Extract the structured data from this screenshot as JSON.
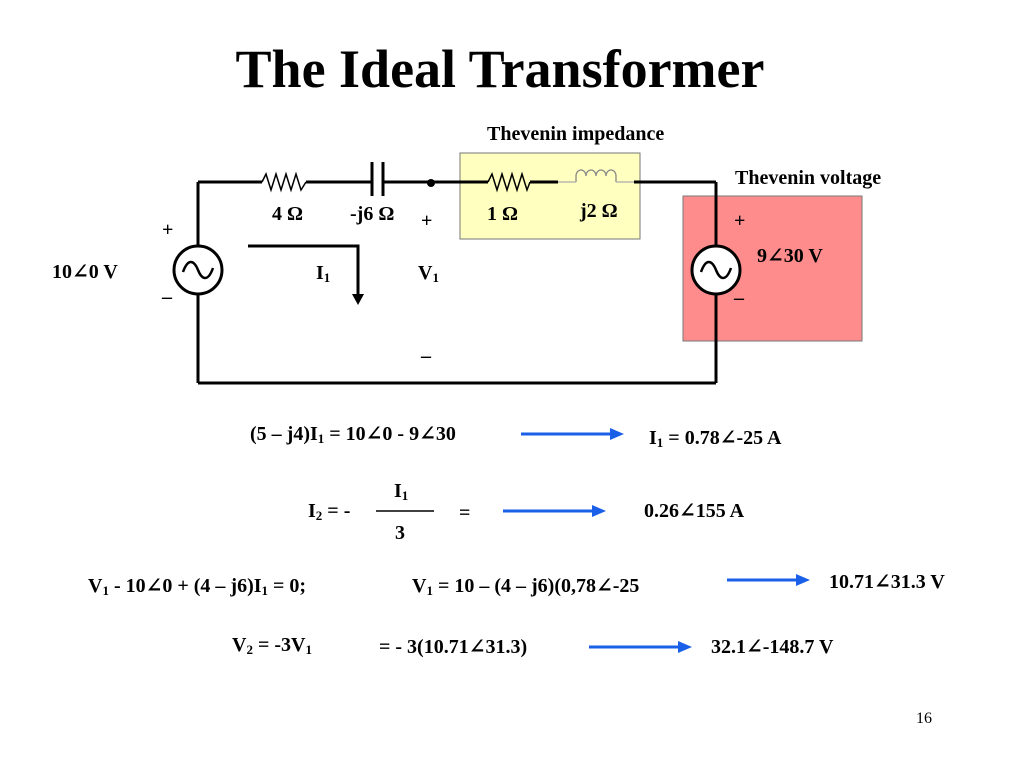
{
  "slide": {
    "title": "The Ideal Transformer",
    "page_number": "16"
  },
  "circuit": {
    "box_labels": {
      "thevenin_impedance": "Thevenin impedance",
      "thevenin_voltage": "Thevenin voltage"
    },
    "components": {
      "r4": "4 Ω",
      "cap": "-j6 Ω",
      "r1": "1 Ω",
      "ind": "j2 Ω"
    },
    "source_left": {
      "value": "10∠0 V",
      "plus": "+",
      "minus": "–"
    },
    "source_right": {
      "value": "9∠30 V",
      "plus": "+",
      "minus": "–"
    },
    "current": {
      "name": "I",
      "sub": "1"
    },
    "voltage": {
      "name": "V",
      "sub": "1",
      "plus": "+",
      "minus": "–"
    },
    "colors": {
      "impedance_box": "#ffffc0",
      "voltage_box": "#ff8c8c",
      "arrow": "#1a5fe8"
    }
  },
  "equations": {
    "eq1": {
      "p1": "(5 – j4)I",
      "s1": "1",
      "p2": " = 10∠0 - 9∠30"
    },
    "res1": {
      "p1": "I",
      "s1": "1",
      "p2": " = 0.78∠-25 A"
    },
    "eq2": {
      "p1": "I",
      "s1": "2",
      "p2": " = -",
      "num": "I",
      "num_sub": "1",
      "den": "3",
      "equals": "="
    },
    "res2": "0.26∠155 A",
    "eq3a": {
      "p1": "V",
      "s1": "1",
      "p2": " - 10∠0 + (4 – j6)I",
      "s2": "1",
      "p3": " = 0;"
    },
    "eq3b": {
      "p1": "V",
      "s1": "1",
      "p2": " = 10 – (4 – j6)(0,78∠-25"
    },
    "res3": "10.71∠31.3 V",
    "eq4a": {
      "p1": "V",
      "s1": "2",
      "p2": " = -3V",
      "s2": "1"
    },
    "eq4b": "= - 3(10.71∠31.3)",
    "res4": "32.1∠-148.7 V"
  }
}
